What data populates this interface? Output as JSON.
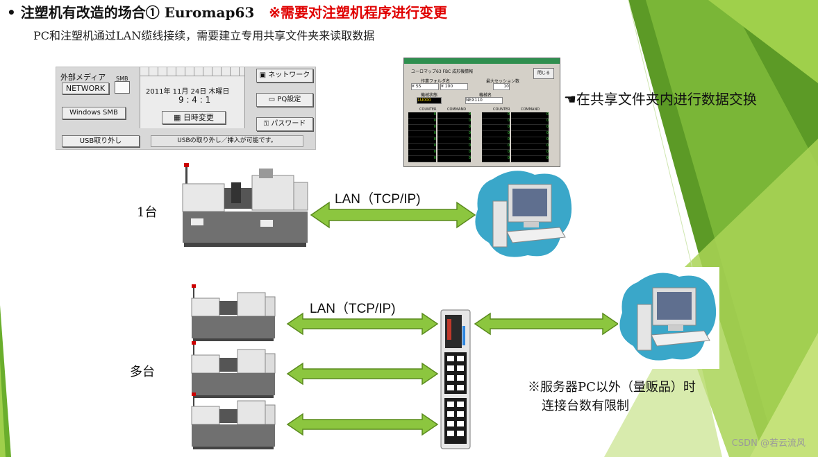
{
  "slide": {
    "title_bullet": "•",
    "title_main": "注塑机有改造的场合①  Euromap63",
    "title_note": "※需要对注塑机程序进行变更",
    "subtitle": "PC和注塑机通过LAN缆线接续，需要建立专用共享文件夹来读取数据",
    "exchange_text": "☚在共享文件夹内进行数据交换",
    "label_single": "1台",
    "label_multi": "多台",
    "lan_label_top": "LAN（TCP/IP)",
    "lan_label_bottom": "LAN（TCP/IP)",
    "note_line1": "※服务器PC以外（量贩品）时",
    "note_line2": "  连接台数有限制",
    "watermark": "CSDN @若云流风"
  },
  "media_panel": {
    "header": "外部メディア",
    "smb": "SMB",
    "network_btn": "NETWORK",
    "windows_btn": "Windows SMB",
    "date": "2011年 11月 24日  木曜日",
    "time": "9 : 4 : 1",
    "date_change_btn": "日時変更",
    "network_setting_btn": "ネットワーク",
    "pq_btn": "PQ設定",
    "password_btn": "パスワード",
    "usb_btn": "USB取り外し",
    "usb_status": "USBの取り外し／挿入が可能です。"
  },
  "euromap_window": {
    "title": "ユーロマップ63 FBC 成形機情報",
    "close_btn": "閉じる",
    "folder_label": "作業フォルダ名",
    "folder_value": "¥ SS",
    "folder_value2": "¥ 100",
    "session_label": "最大セッション数",
    "session_value": "10",
    "state_label": "機械状態",
    "state_value": "1U000",
    "machine_label": "機械名",
    "machine_value": "NEX110",
    "col_counter": "COUNTER",
    "col_command": "COMMAND",
    "row_value": "0"
  },
  "colors": {
    "accent_red": "#e00000",
    "arrow_green": "#8cc63f",
    "bg_green_dark": "#4a8a1c",
    "bg_green_light": "#b5d95a"
  }
}
